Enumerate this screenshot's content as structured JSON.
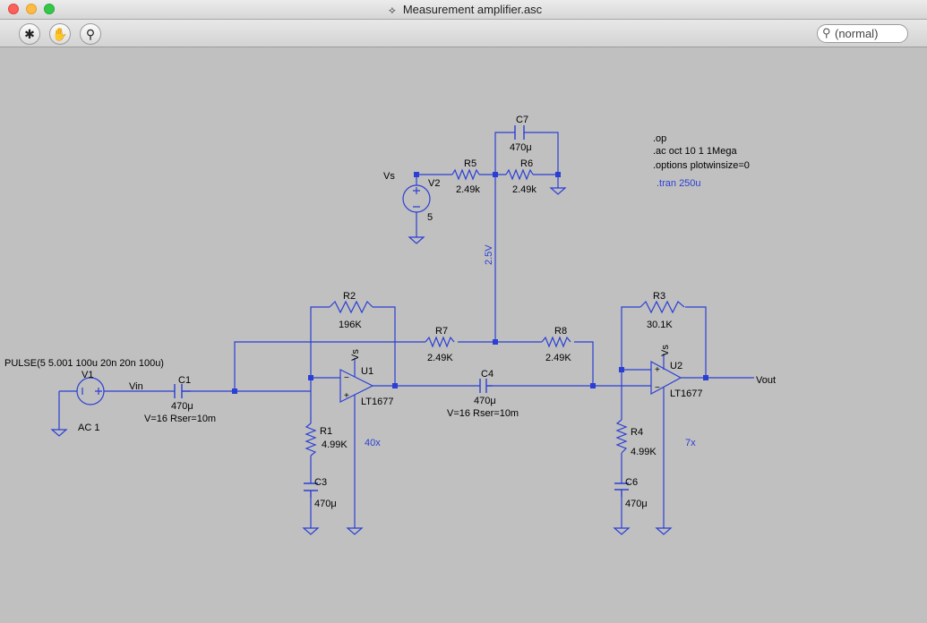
{
  "window": {
    "title": "Measurement amplifier.asc"
  },
  "search": {
    "placeholder": "(normal)"
  },
  "colors": {
    "canvas": "#c0c0c0",
    "wire": "#2a3fd4",
    "annotation": "#2a3fd4",
    "text": "#000000"
  },
  "icons": {
    "run": "running-man-icon",
    "pan": "hand-icon",
    "probe": "probe-icon",
    "search": "magnifier-icon"
  },
  "directives": {
    "op": ".op",
    "ac": ".ac oct 10 1 1Mega",
    "options": ".options plotwinsize=0",
    "tran": ".tran 250u"
  },
  "components": {
    "c7": {
      "name": "C7",
      "value": "470μ"
    },
    "r5": {
      "name": "R5",
      "value": "2.49k"
    },
    "r6": {
      "name": "R6",
      "value": "2.49k"
    },
    "v2": {
      "name": "V2",
      "value": "5"
    },
    "r2": {
      "name": "R2",
      "value": "196K"
    },
    "r7": {
      "name": "R7",
      "value": "2.49K"
    },
    "r8": {
      "name": "R8",
      "value": "2.49K"
    },
    "r3": {
      "name": "R3",
      "value": "30.1K"
    },
    "v1": {
      "name": "V1",
      "value": "AC 1",
      "source": "PULSE(5 5.001 100u 20n 20n 100u)"
    },
    "c1": {
      "name": "C1",
      "value": "470μ",
      "extra": "V=16 Rser=10m"
    },
    "c4": {
      "name": "C4",
      "value": "470μ",
      "extra": "V=16 Rser=10m"
    },
    "u1": {
      "name": "U1",
      "part": "LT1677",
      "supply": "Vs"
    },
    "u2": {
      "name": "U2",
      "part": "LT1677",
      "supply": "Vs"
    },
    "r1": {
      "name": "R1",
      "value": "4.99K"
    },
    "r4": {
      "name": "R4",
      "value": "4.99K"
    },
    "c3": {
      "name": "C3",
      "value": "470μ"
    },
    "c6": {
      "name": "C6",
      "value": "470μ"
    }
  },
  "nets": {
    "vs": "Vs",
    "vin": "Vin",
    "vout": "Vout",
    "mid": "2.5V"
  },
  "annotations": {
    "gain1": "40x",
    "gain2": "7x"
  }
}
